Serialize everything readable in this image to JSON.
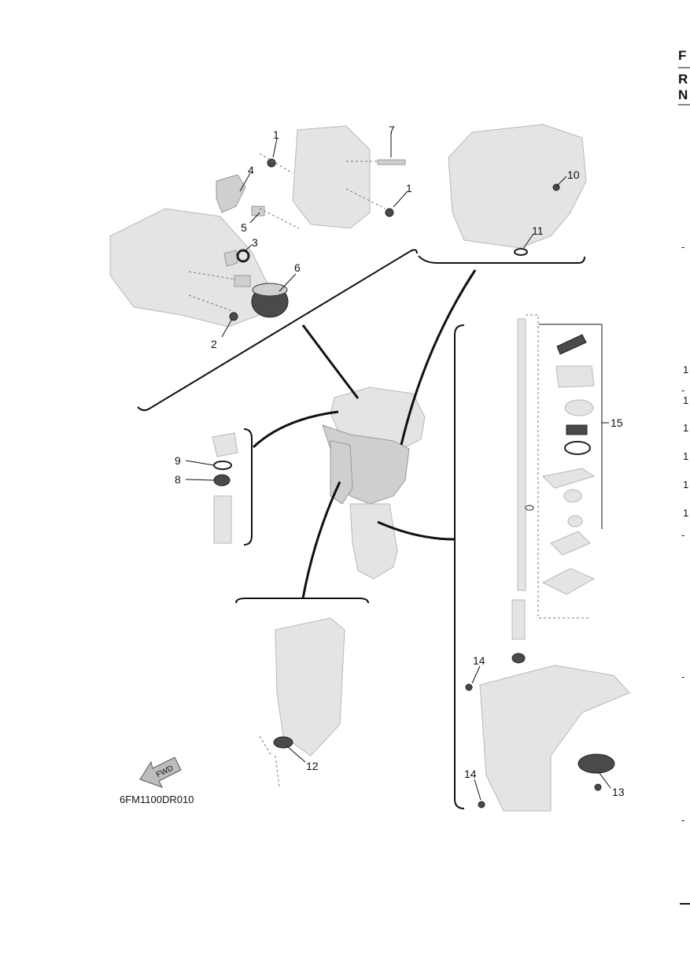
{
  "figure_code": "6FM1100DR010",
  "direction_arrow": {
    "label": "FWD"
  },
  "callouts": [
    "1",
    "1",
    "2",
    "3",
    "4",
    "5",
    "6",
    "7",
    "8",
    "9",
    "10",
    "11",
    "12",
    "13",
    "14",
    "14",
    "15"
  ],
  "right_edge": {
    "header_letters": [
      "F",
      "R",
      "N"
    ],
    "marks": [
      "1",
      "1",
      "1",
      "1",
      "1",
      "1"
    ],
    "dash_marks": [
      "-",
      "-",
      "-",
      "-",
      "-",
      "-"
    ]
  },
  "icons": [
    "fwd-arrow-icon"
  ],
  "colors": {
    "line": "#111111",
    "part_fill": "#e4e4e4",
    "part_stroke": "#b8b8b8"
  }
}
